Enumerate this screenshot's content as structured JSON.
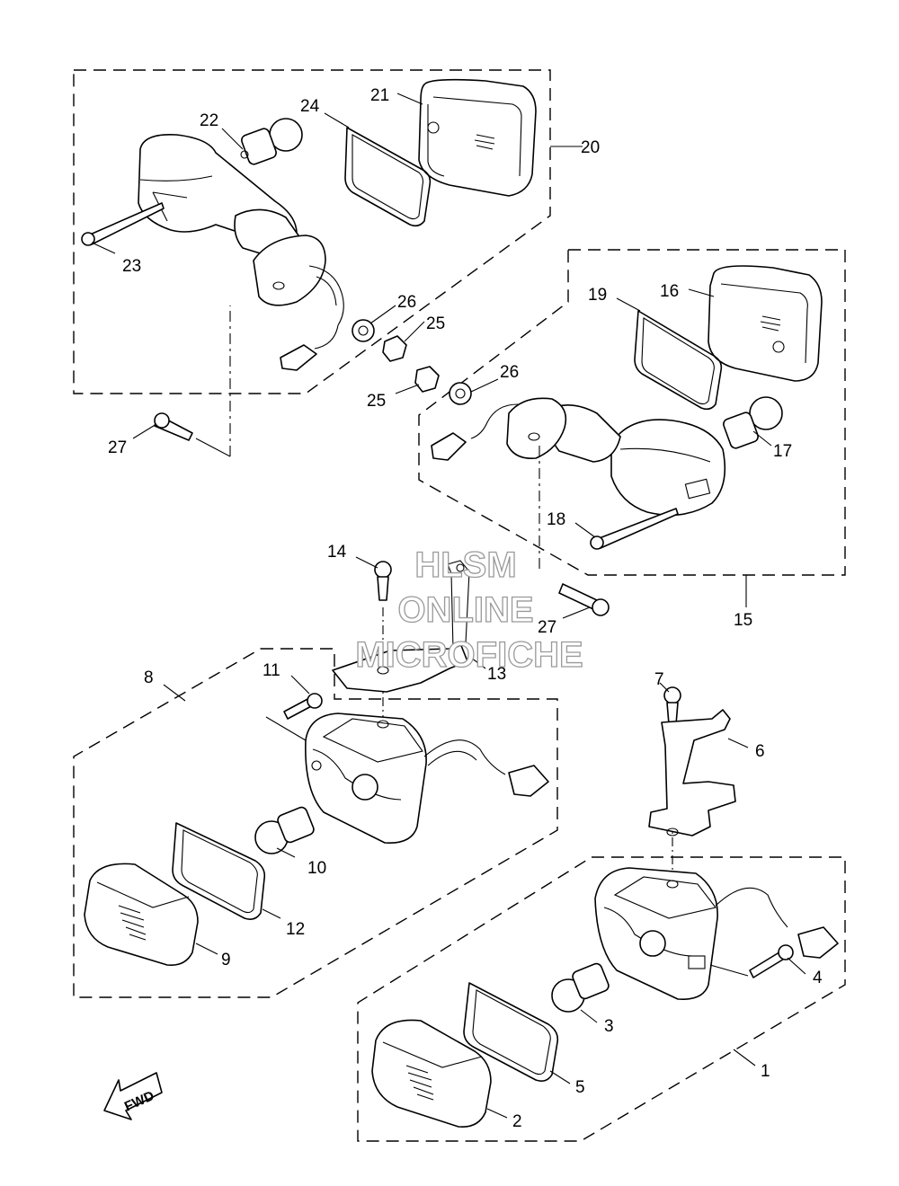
{
  "watermark": {
    "line1": "HLSM",
    "line2": "ONLINE",
    "line3": "MICROFICHE"
  },
  "fwd_label": "FWD",
  "callouts": {
    "c1": "1",
    "c2": "2",
    "c3": "3",
    "c4": "4",
    "c5": "5",
    "c6": "6",
    "c7": "7",
    "c8": "8",
    "c9": "9",
    "c10": "10",
    "c11": "11",
    "c12": "12",
    "c13": "13",
    "c14": "14",
    "c15": "15",
    "c16": "16",
    "c17": "17",
    "c18": "18",
    "c19": "19",
    "c20": "20",
    "c21": "21",
    "c22": "22",
    "c23": "23",
    "c24": "24",
    "c25a": "25",
    "c25b": "25",
    "c26a": "26",
    "c26b": "26",
    "c27a": "27",
    "c27b": "27"
  }
}
